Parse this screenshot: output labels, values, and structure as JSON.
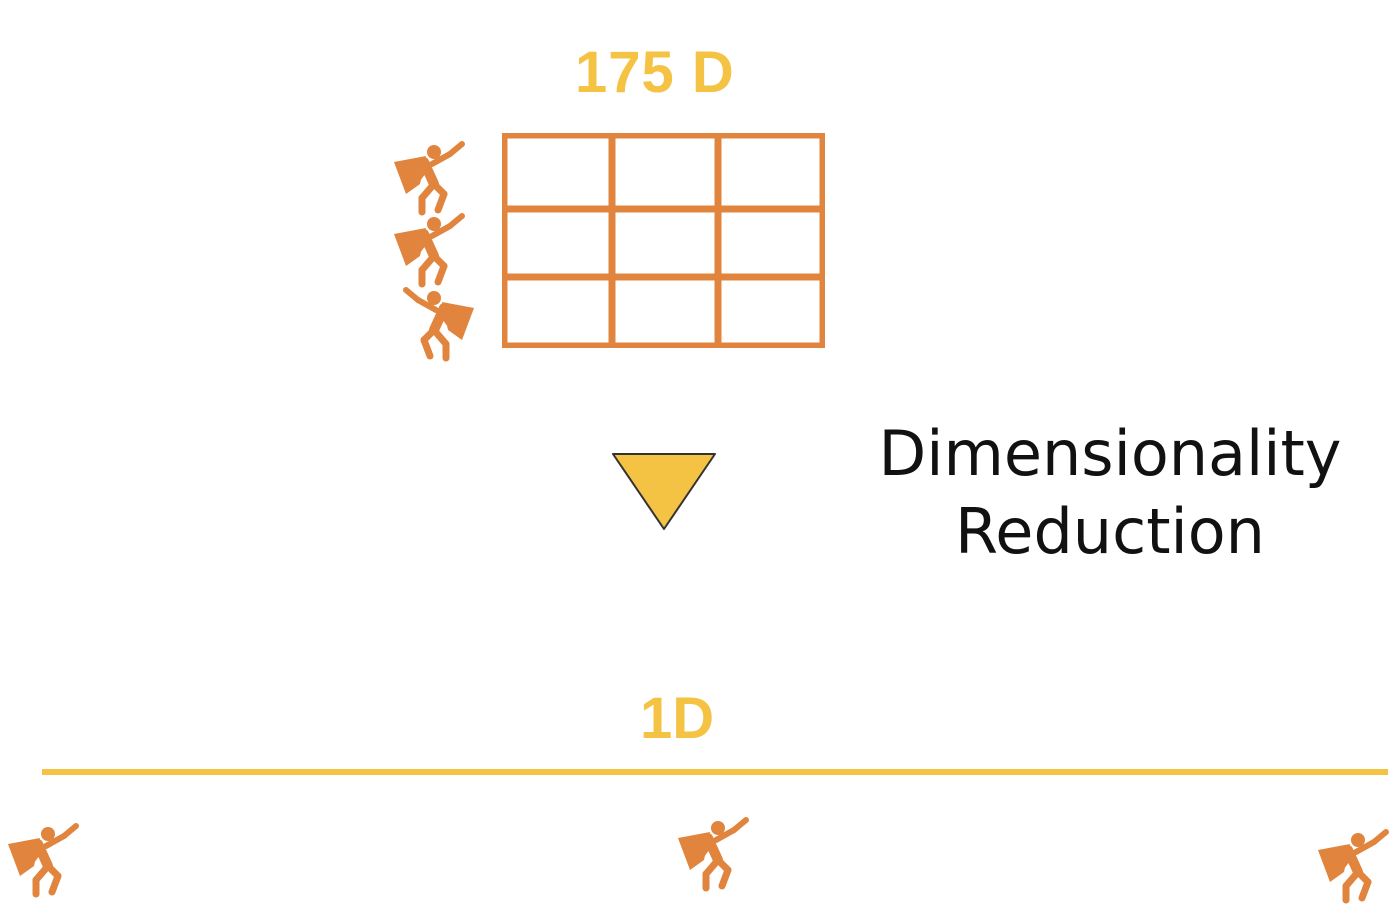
{
  "labels": {
    "input_dims": "175 D",
    "output_dims": "1D",
    "process_line1": "Dimensionality",
    "process_line2": "Reduction"
  },
  "grid": {
    "rows": 3,
    "cols": 3
  },
  "icons": {
    "hero": "superhero-icon",
    "arrow": "down-triangle-icon"
  },
  "colors": {
    "orange": "#E0843E",
    "yellow": "#F5C344",
    "text": "#111111",
    "arrow_outline": "#333333"
  }
}
